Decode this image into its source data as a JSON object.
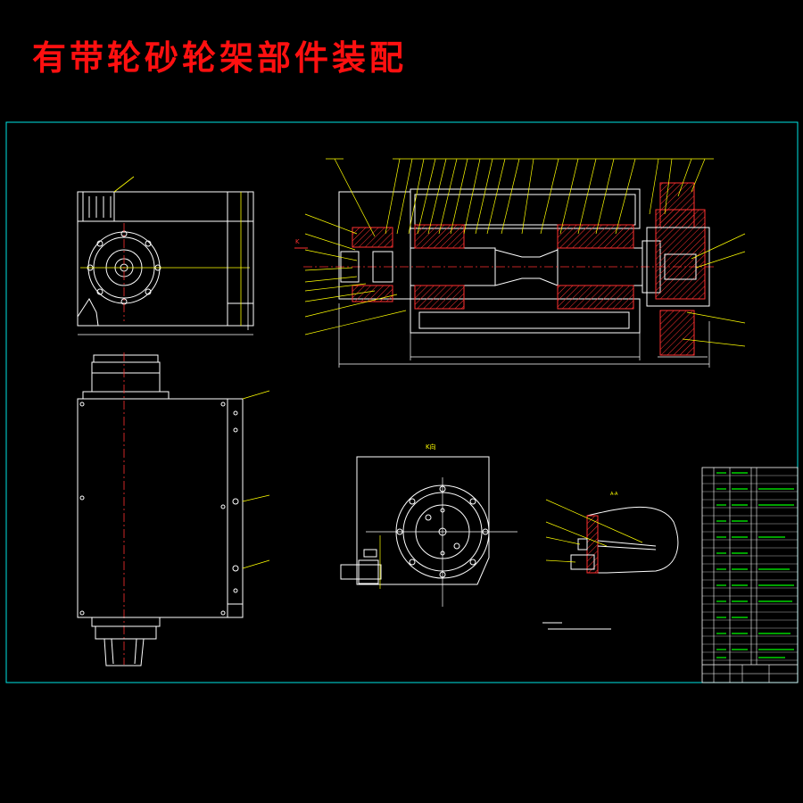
{
  "title": "有带轮砂轮架部件装配",
  "views": {
    "k_view_label": "K向",
    "section_label": "A-A",
    "k_arrow_label": "K"
  },
  "colors": {
    "background": "#000000",
    "title": "#ff1010",
    "frame": "#00e5e5",
    "outline": "#ffffff",
    "leaders": "#ffff00",
    "hatch": "#ff3030"
  }
}
